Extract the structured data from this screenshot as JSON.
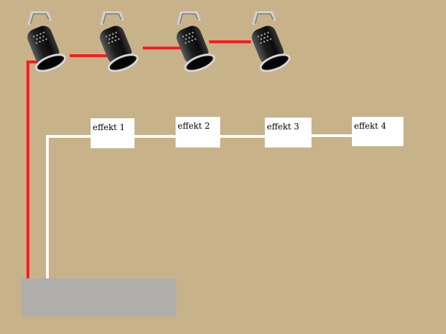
{
  "colors": {
    "background": "#c8b28a",
    "red_cable": "#ff1a1a",
    "white_cable": "#ffffff",
    "effect_box": "#ffffff",
    "controller": "#b0aeaa",
    "lamp_body": "#1a1a1a",
    "lamp_bracket": "#cfcfcf"
  },
  "lamps": [
    {
      "icon": "par-can-spotlight-icon"
    },
    {
      "icon": "par-can-spotlight-icon"
    },
    {
      "icon": "par-can-spotlight-icon"
    },
    {
      "icon": "par-can-spotlight-icon"
    }
  ],
  "effects": [
    {
      "label": "effekt 1"
    },
    {
      "label": "effekt 2"
    },
    {
      "label": "effekt 3"
    },
    {
      "label": "effekt 4"
    }
  ]
}
